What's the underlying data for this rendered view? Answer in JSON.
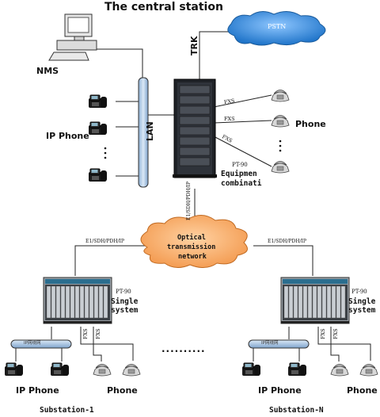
{
  "title": "The central station",
  "labels": {
    "nms": "NMS",
    "ip_phone_left": "IP Phone",
    "lan": "LAN",
    "trk": "TRK",
    "pstn": "PSTN",
    "phone_right": "Phone",
    "fxs": "FXS",
    "pt90": "PT-90",
    "equipmen": "Equipmen",
    "combinati": "combinati",
    "link_vertical": "E1/SDH/PDH/IP",
    "link_left": "E1/SDH/PDH/IP",
    "link_right": "E1/SDH/PDH/IP",
    "optical_line1": "Optical",
    "optical_line2": "transmission",
    "optical_line3": "network",
    "single": "Single",
    "system": "system",
    "ip_phone_bottom": "IP Phone",
    "phone_bottom": "Phone",
    "substation_1": "Substation-1",
    "substation_n": "Substation-N",
    "dots": "..........",
    "lan_bar_small_1": "IP网绕网",
    "lan_bar_small_n": "IP网绕网"
  },
  "colors": {
    "lan_bar": "#b8cfe6",
    "cloud": "#f5a25f",
    "pstn_cloud": "#3b8fd9",
    "rack": "#2a2d33",
    "line": "#222222"
  },
  "icons": [
    "computer-icon",
    "ip-phone-icon",
    "server-rack-icon",
    "analog-phone-icon",
    "cloud-icon",
    "chassis-icon"
  ]
}
